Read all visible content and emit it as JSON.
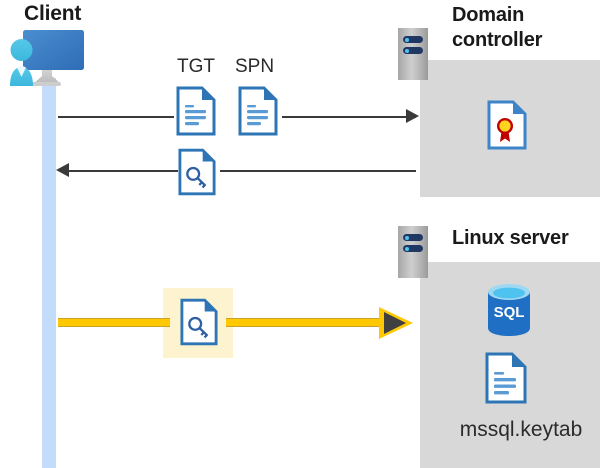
{
  "diagram": {
    "title_client": "Client",
    "title_domain_controller": "Domain controller",
    "title_linux_server": "Linux server",
    "labels": {
      "tgt": "TGT",
      "spn": "SPN",
      "keytab_filename": "mssql.keytab",
      "sql_text": "SQL"
    },
    "icons": {
      "client": "client-workstation-icon",
      "domain_controller_server": "server-rack-icon",
      "linux_server": "server-rack-icon",
      "tgt_document": "document-icon",
      "spn_document": "document-icon",
      "ticket_document": "document-key-icon",
      "session_document": "document-key-icon",
      "certificate": "certificate-document-icon",
      "sql_database": "sql-database-icon",
      "keytab_document": "document-icon"
    },
    "flows": [
      {
        "name": "client-to-dc-request",
        "direction": "right",
        "style": "thin-black"
      },
      {
        "name": "dc-to-client-response",
        "direction": "left",
        "style": "thin-black"
      },
      {
        "name": "client-to-linux-auth",
        "direction": "right",
        "style": "thick-yellow"
      }
    ],
    "colors": {
      "panel_gray": "#d8d8d8",
      "lifeline_blue": "#c3dcfb",
      "highlight_yellow": "#fdf3cf",
      "arrow_yellow": "#ffc800",
      "arrow_black": "#3a3a3a",
      "doc_blue": "#2e75b6",
      "sql_blue": "#1f6fc4",
      "seal_red": "#c00000",
      "seal_gold": "#ffd41f",
      "led_navy": "#1f3864"
    }
  }
}
